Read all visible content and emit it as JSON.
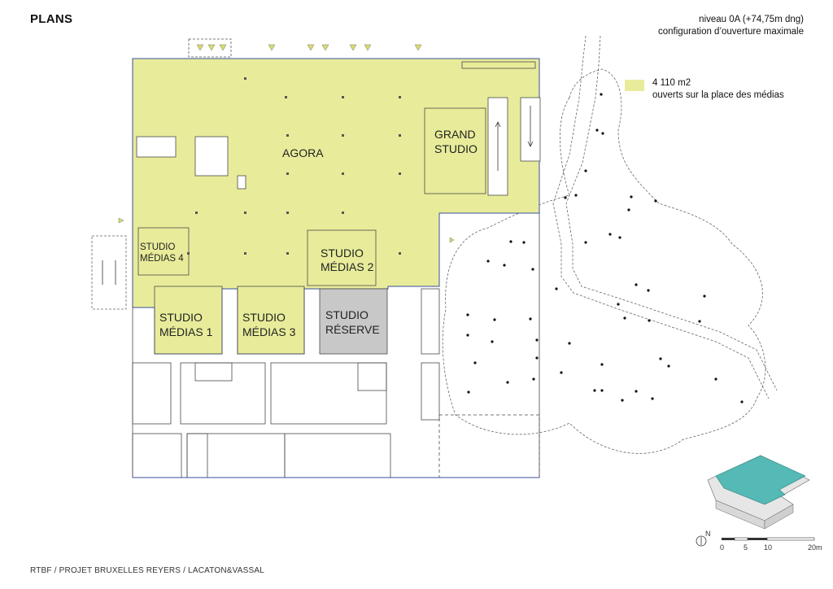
{
  "header": {
    "title": "PLANS"
  },
  "level": {
    "line1": "niveau 0A (+74,75m dng)",
    "line2": "configuration  d’ouverture maximale"
  },
  "legend": {
    "area": "4 110 m2",
    "description": "ouverts sur la place des médias",
    "color": "#e8ec9a"
  },
  "rooms": {
    "agora": "AGORA",
    "grand_studio_1": "GRAND",
    "grand_studio_2": "STUDIO",
    "studio_medias_4_1": "STUDIO",
    "studio_medias_4_2": "MÉDIAS 4",
    "studio_medias_2_1": "STUDIO",
    "studio_medias_2_2": "MÉDIAS 2",
    "studio_medias_1_1": "STUDIO",
    "studio_medias_1_2": "MÉDIAS 1",
    "studio_medias_3_1": "STUDIO",
    "studio_medias_3_2": "MÉDIAS 3",
    "studio_reserve_1": "STUDIO",
    "studio_reserve_2": "RÉSERVE"
  },
  "colors": {
    "open_area": "#e8ec9a",
    "reserve": "#c8c8c8",
    "axonometric": "#55b9b5",
    "outline": "#4a4a4a",
    "facade": "#3a4f9e"
  },
  "scale": {
    "north": "N",
    "ticks": [
      "0",
      "5",
      "10",
      "20m"
    ]
  },
  "footer": {
    "text": "RTBF / PROJET BRUXELLES REYERS / LACATON&VASSAL"
  }
}
